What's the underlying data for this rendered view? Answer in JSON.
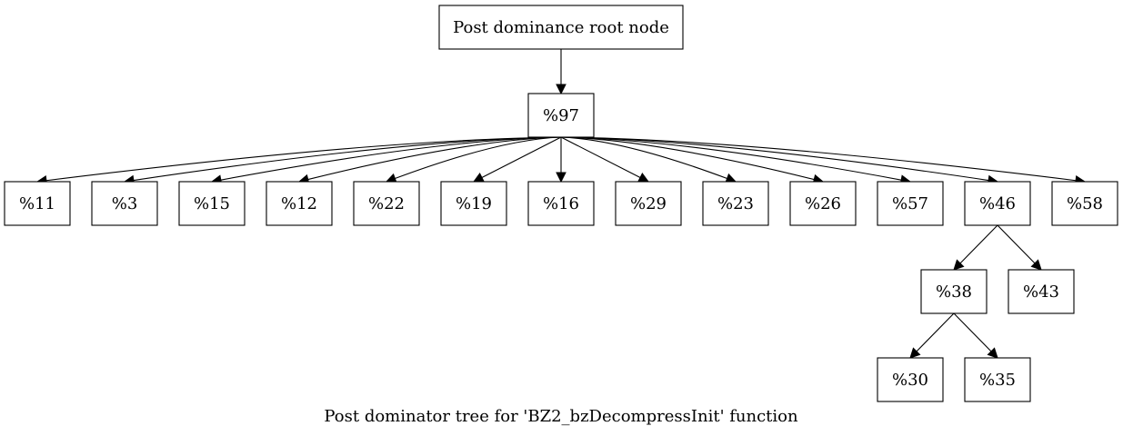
{
  "graph": {
    "caption": "Post dominator tree for 'BZ2_bzDecompressInit' function",
    "nodes": [
      {
        "id": "root",
        "label": "Post dominance root node"
      },
      {
        "id": "n97",
        "label": "%97"
      },
      {
        "id": "n11",
        "label": "%11"
      },
      {
        "id": "n3",
        "label": "%3"
      },
      {
        "id": "n15",
        "label": "%15"
      },
      {
        "id": "n12",
        "label": "%12"
      },
      {
        "id": "n22",
        "label": "%22"
      },
      {
        "id": "n19",
        "label": "%19"
      },
      {
        "id": "n16",
        "label": "%16"
      },
      {
        "id": "n29",
        "label": "%29"
      },
      {
        "id": "n23",
        "label": "%23"
      },
      {
        "id": "n26",
        "label": "%26"
      },
      {
        "id": "n57",
        "label": "%57"
      },
      {
        "id": "n46",
        "label": "%46"
      },
      {
        "id": "n58",
        "label": "%58"
      },
      {
        "id": "n38",
        "label": "%38"
      },
      {
        "id": "n43",
        "label": "%43"
      },
      {
        "id": "n30",
        "label": "%30"
      },
      {
        "id": "n35",
        "label": "%35"
      }
    ],
    "edges": [
      {
        "from": "root",
        "to": "n97"
      },
      {
        "from": "n97",
        "to": "n11"
      },
      {
        "from": "n97",
        "to": "n3"
      },
      {
        "from": "n97",
        "to": "n15"
      },
      {
        "from": "n97",
        "to": "n12"
      },
      {
        "from": "n97",
        "to": "n22"
      },
      {
        "from": "n97",
        "to": "n19"
      },
      {
        "from": "n97",
        "to": "n16"
      },
      {
        "from": "n97",
        "to": "n29"
      },
      {
        "from": "n97",
        "to": "n23"
      },
      {
        "from": "n97",
        "to": "n26"
      },
      {
        "from": "n97",
        "to": "n57"
      },
      {
        "from": "n97",
        "to": "n46"
      },
      {
        "from": "n97",
        "to": "n58"
      },
      {
        "from": "n46",
        "to": "n38"
      },
      {
        "from": "n46",
        "to": "n43"
      },
      {
        "from": "n38",
        "to": "n30"
      },
      {
        "from": "n38",
        "to": "n35"
      }
    ]
  }
}
